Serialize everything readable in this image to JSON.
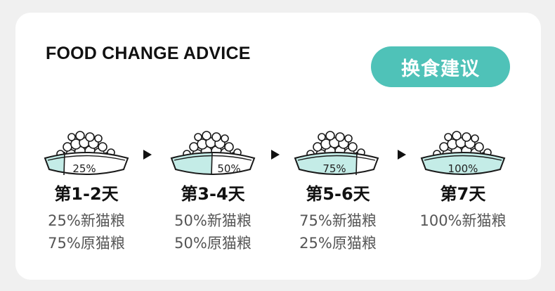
{
  "header": {
    "title": "FOOD CHANGE ADVICE",
    "badge": "换食建议"
  },
  "colors": {
    "accent": "#4fc2b8",
    "bowl_fill": "#c4ece7",
    "stroke": "#1a1a1a"
  },
  "steps": [
    {
      "percent_label": "25%",
      "new_ratio": 0.25,
      "day": "第1-2天",
      "line1": "25%新猫粮",
      "line2": "75%原猫粮"
    },
    {
      "percent_label": "50%",
      "new_ratio": 0.5,
      "day": "第3-4天",
      "line1": "50%新猫粮",
      "line2": "50%原猫粮"
    },
    {
      "percent_label": "75%",
      "new_ratio": 0.75,
      "day": "第5-6天",
      "line1": "75%新猫粮",
      "line2": "25%原猫粮"
    },
    {
      "percent_label": "100%",
      "new_ratio": 1.0,
      "day": "第7天",
      "line1": "100%新猫粮",
      "line2": ""
    }
  ]
}
